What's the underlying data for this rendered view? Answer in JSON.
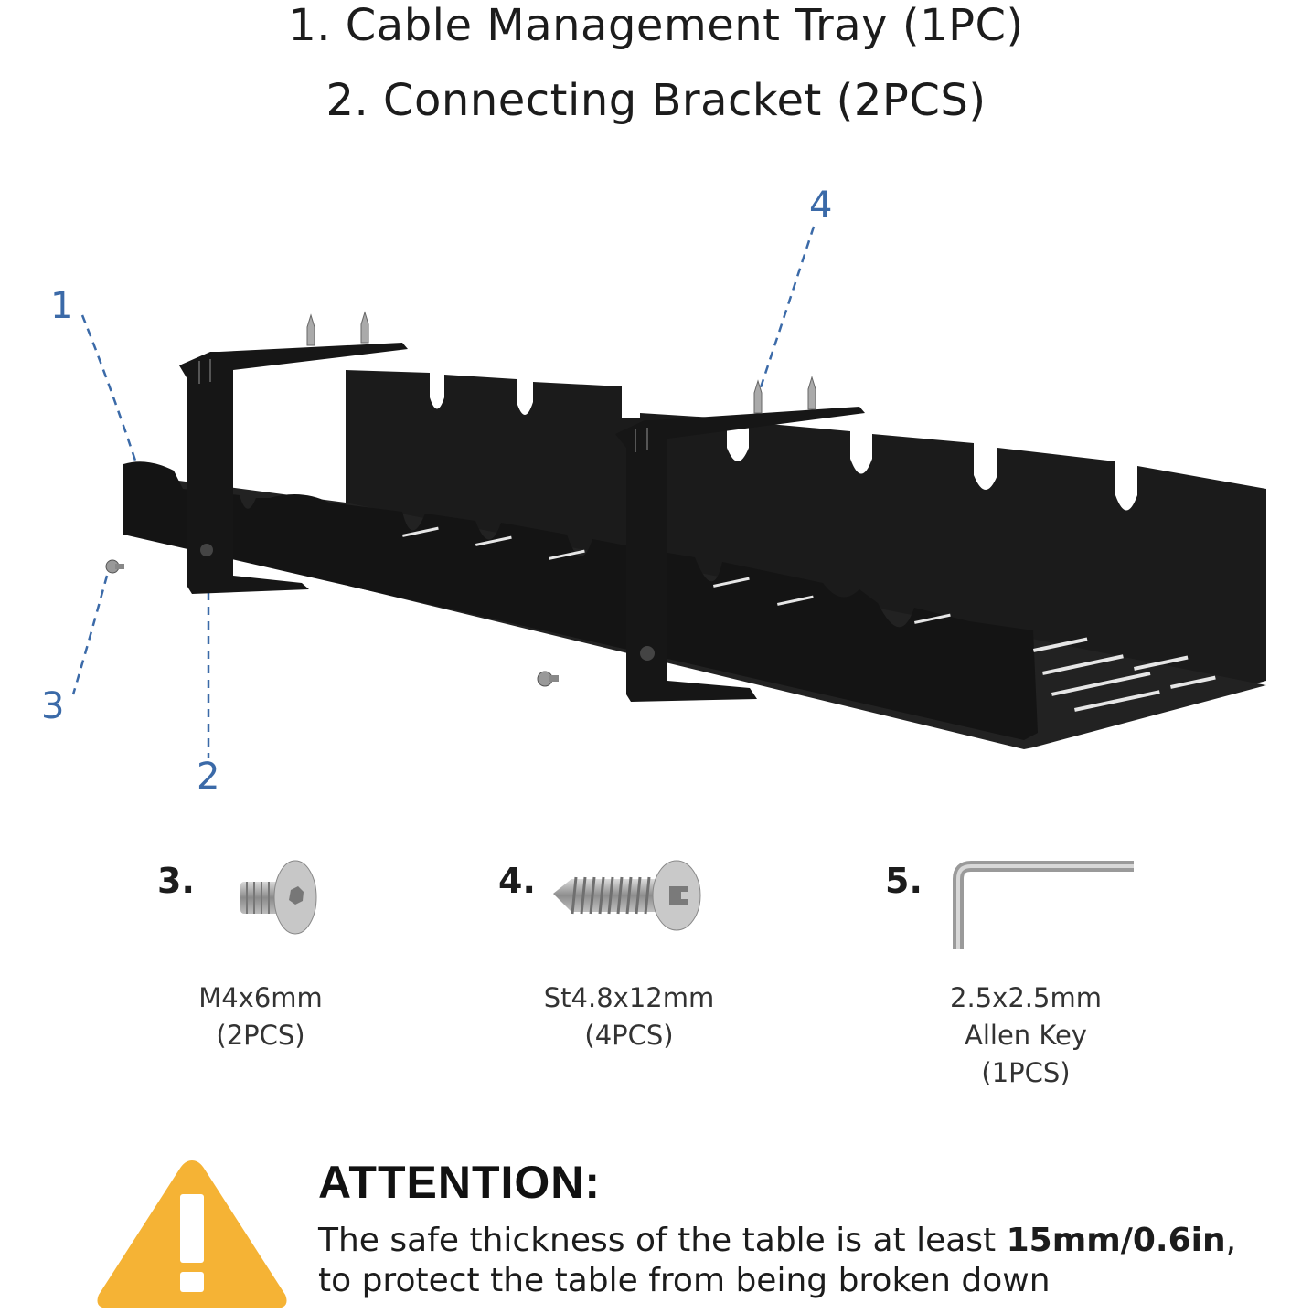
{
  "titles": {
    "line1": "1. Cable Management Tray (1PC)",
    "line2": "2. Connecting Bracket (2PCS)"
  },
  "callouts": {
    "c1": "1",
    "c2": "2",
    "c3": "3",
    "c4": "4"
  },
  "parts": [
    {
      "number": "3.",
      "size": "M4x6mm",
      "qty": "(2PCS)",
      "icon": "hex-socket-screw-icon"
    },
    {
      "number": "4.",
      "size": "St4.8x12mm",
      "qty": "(4PCS)",
      "icon": "self-tapping-screw-icon"
    },
    {
      "number": "5.",
      "size": "2.5x2.5mm",
      "name": "Allen Key",
      "qty": "(1PCS)",
      "icon": "allen-key-icon"
    }
  ],
  "attention": {
    "heading": "ATTENTION:",
    "text_before": "The safe thickness of the table is at least ",
    "emphasis": "15mm/0.6in",
    "text_after": ",",
    "line2": "to protect the table from being broken down",
    "icon": "warning-triangle-icon"
  },
  "colors": {
    "callout": "#3b6aa8",
    "metal": "#1b1b1b",
    "warning": "#f5b335"
  }
}
